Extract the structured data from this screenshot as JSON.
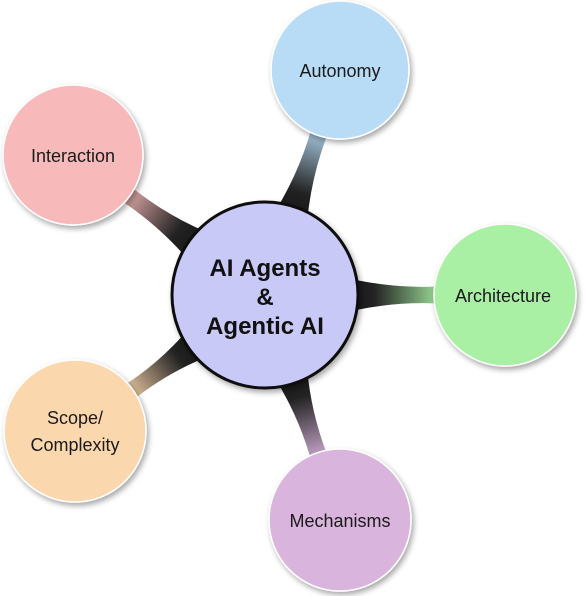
{
  "center": {
    "lines": [
      "AI Agents",
      "&",
      "Agentic AI"
    ],
    "color": "#c9c9f7"
  },
  "branches": [
    {
      "id": "autonomy",
      "lines": [
        "Autonomy"
      ],
      "color": "#b8dcf5"
    },
    {
      "id": "architecture",
      "lines": [
        "Architecture"
      ],
      "color": "#a9f0a4"
    },
    {
      "id": "mechanisms",
      "lines": [
        "Mechanisms"
      ],
      "color": "#d9b4dd"
    },
    {
      "id": "scope-complexity",
      "lines": [
        "Scope/",
        "Complexity"
      ],
      "color": "#fbd7ae"
    },
    {
      "id": "interaction",
      "lines": [
        "Interaction"
      ],
      "color": "#f7b9b9"
    }
  ]
}
